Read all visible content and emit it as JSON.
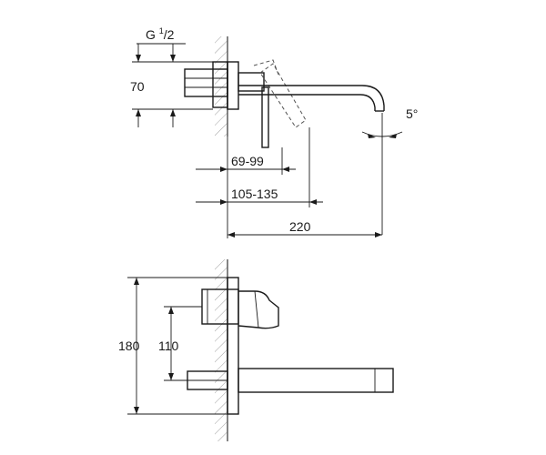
{
  "top_view": {
    "thread_label_prefix": "G ",
    "thread_label_sup": "1",
    "thread_label_suffix": "/2",
    "dim_height": "70",
    "dim_angle": "5°",
    "dim_lever_range": "69-99",
    "dim_body_range": "105-135",
    "dim_spout_reach": "220"
  },
  "front_view": {
    "dim_plate_height": "180",
    "dim_spout_height": "110"
  }
}
